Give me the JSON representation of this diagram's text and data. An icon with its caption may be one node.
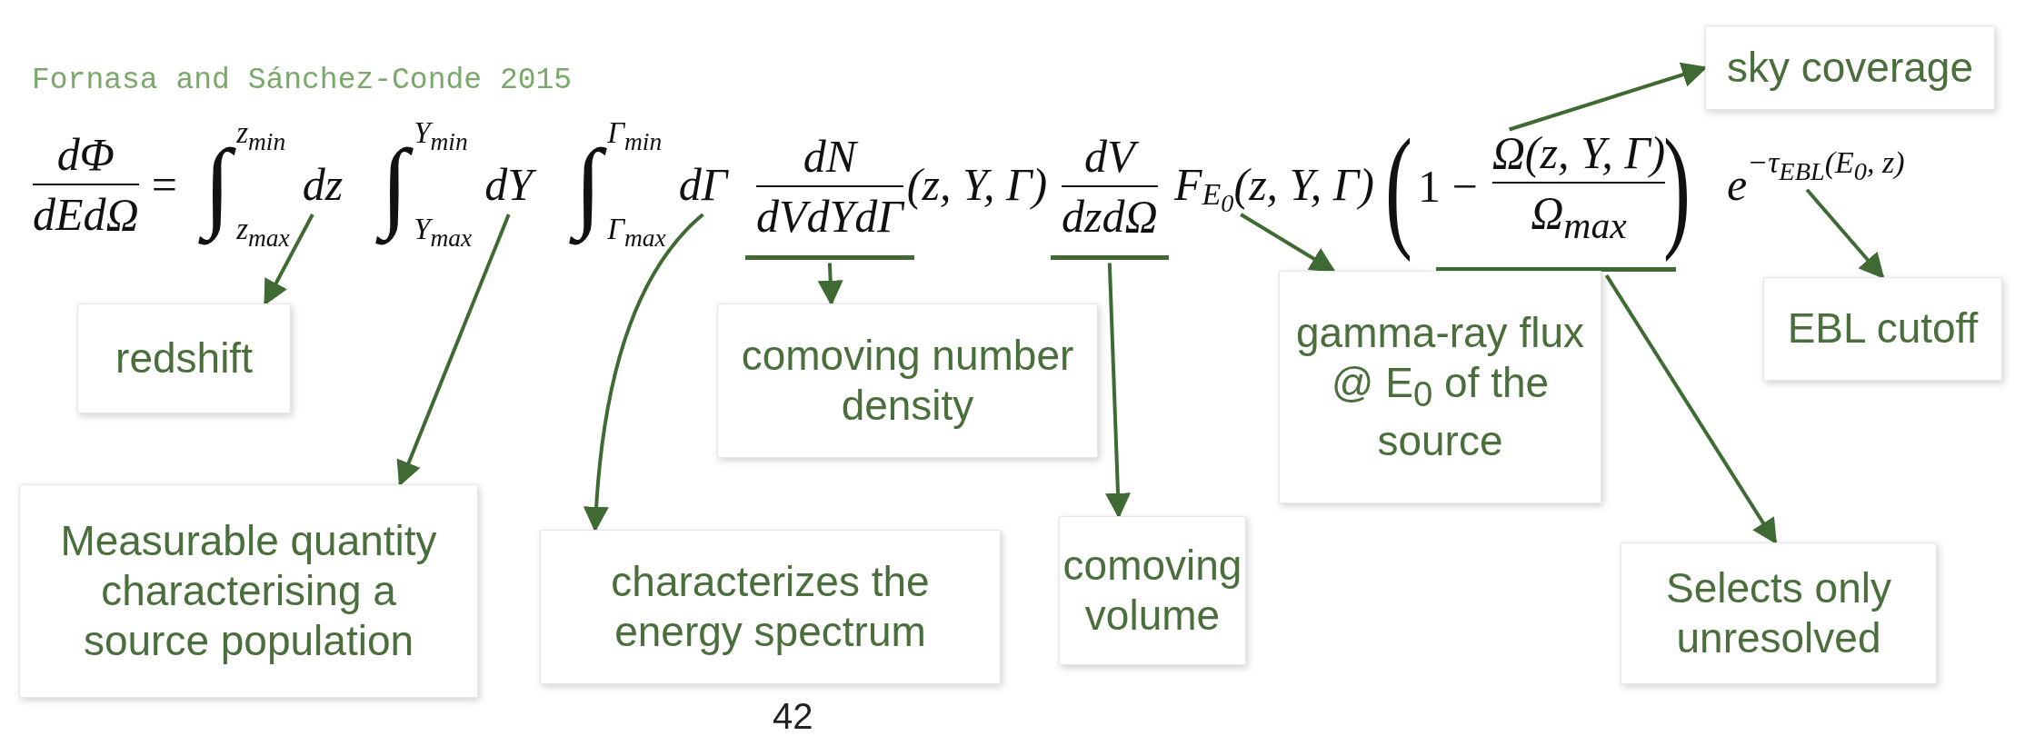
{
  "diagram": {
    "nodes": [
      {
        "text": [
          "dΦ",
          "dEdΩ",
          "="
        ]
      },
      {
        "text": [
          "∫",
          "z$_{min}$",
          "z$_{max}$",
          "dz"
        ]
      },
      {
        "text": [
          "∫",
          "Y$_{min}$",
          "Y$_{max}$",
          "dY"
        ]
      },
      {
        "text": [
          "∫",
          "Γ$_{min}$",
          "Γ$_{max}$",
          "dΓ"
        ]
      },
      {
        "text": [
          "dN",
          "dVdYdΓ",
          "(z, Y, Γ)"
        ]
      },
      {
        "text": [
          "dV",
          "dzdΩ"
        ]
      },
      {
        "text": [
          "F",
          "E$_{0}$",
          "(z, Y, Γ)"
        ]
      },
      {
        "text": [
          "(",
          "1 −",
          "Ω(z, Y, Γ)",
          "Ω$_{max}$",
          ")"
        ]
      },
      {
        "text": [
          "e",
          "−τ$_{EBL}$(E$_{0}$, z)"
        ]
      },
      {
        "text": [
          "redshift"
        ]
      },
      {
        "text": [
          "Measurable quantity characterising a source population"
        ]
      },
      {
        "text": [
          "characterizes the energy spectrum"
        ]
      },
      {
        "text": [
          "comoving number density"
        ]
      },
      {
        "text": [
          "comoving volume"
        ]
      },
      {
        "text": [
          "gamma-ray flux @ E$_{0}$ of the source"
        ]
      },
      {
        "text": [
          "sky coverage"
        ]
      },
      {
        "text": [
          "EBL cutoff"
        ]
      },
      {
        "text": [
          "Selects only unresolved"
        ]
      }
    ],
    "edges": [
      {
        "from": 1,
        "to": 9,
        "arrow": "to"
      },
      {
        "from": 2,
        "to": 10,
        "arrow": "to"
      },
      {
        "from": 3,
        "to": 11,
        "arrow": "to"
      },
      {
        "from": 4,
        "to": 12,
        "arrow": "to"
      },
      {
        "from": 5,
        "to": 13,
        "arrow": "to"
      },
      {
        "from": 6,
        "to": 14,
        "arrow": "to"
      },
      {
        "from": 7,
        "to": 15,
        "arrow": "to"
      },
      {
        "from": 7,
        "to": 17,
        "arrow": "to"
      },
      {
        "from": 8,
        "to": 16,
        "arrow": "to"
      }
    ],
    "labels": [
      "Fornasa and Sánchez-Conde 2015",
      "42"
    ]
  }
}
